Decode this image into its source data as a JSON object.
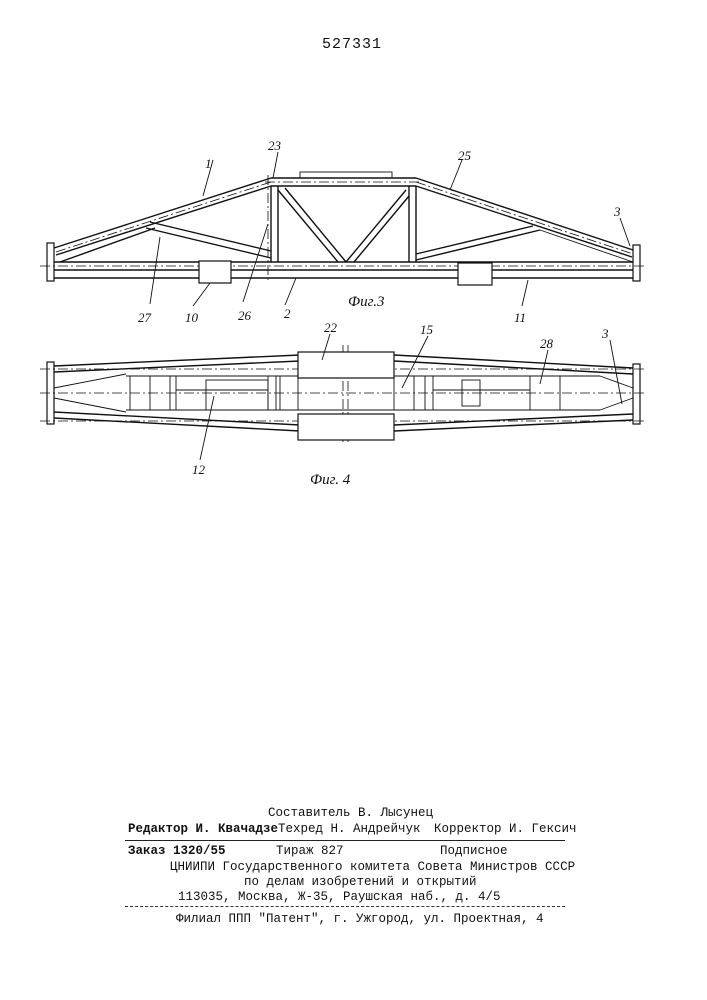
{
  "patent_number": "527331",
  "figures": {
    "fig3": {
      "caption": "Фиг.3",
      "labels": {
        "l1": "1",
        "l23": "23",
        "l25": "25",
        "l3": "3",
        "l27": "27",
        "l10": "10",
        "l26": "26",
        "l2": "2",
        "l11": "11"
      }
    },
    "fig4": {
      "caption": "Фиг. 4",
      "labels": {
        "l22": "22",
        "l15": "15",
        "l28": "28",
        "l3": "3",
        "l12": "12"
      }
    }
  },
  "footer": {
    "compiler": "Составитель В. Лысунец",
    "editor": "Редактор И. Квачадзе",
    "techred": "Техред Н. Андрейчук",
    "corrector": "Корректор И. Гексич",
    "order": "Заказ 1320/55",
    "circulation": "Тираж 827",
    "subscription": "Подписное",
    "org_line1": "ЦНИИПИ Государственного комитета Совета Министров СССР",
    "org_line2": "по делам изобретений и открытий",
    "address": "113035, Москва, Ж-35, Раушская наб., д. 4/5",
    "branch": "Филиал ППП \"Патент\", г. Ужгород, ул. Проектная, 4"
  }
}
